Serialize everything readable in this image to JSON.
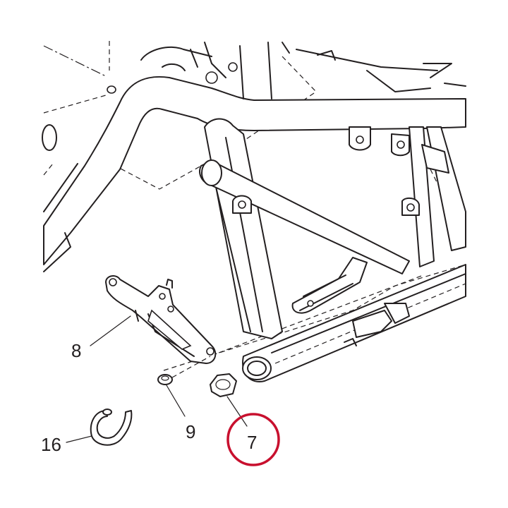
{
  "diagram": {
    "callouts": [
      {
        "id": "8",
        "text": "8"
      },
      {
        "id": "9",
        "text": "9"
      },
      {
        "id": "16",
        "text": "16"
      },
      {
        "id": "7",
        "text": "7"
      }
    ],
    "highlight_color": "#c8102e",
    "line_color": "#231f20"
  }
}
